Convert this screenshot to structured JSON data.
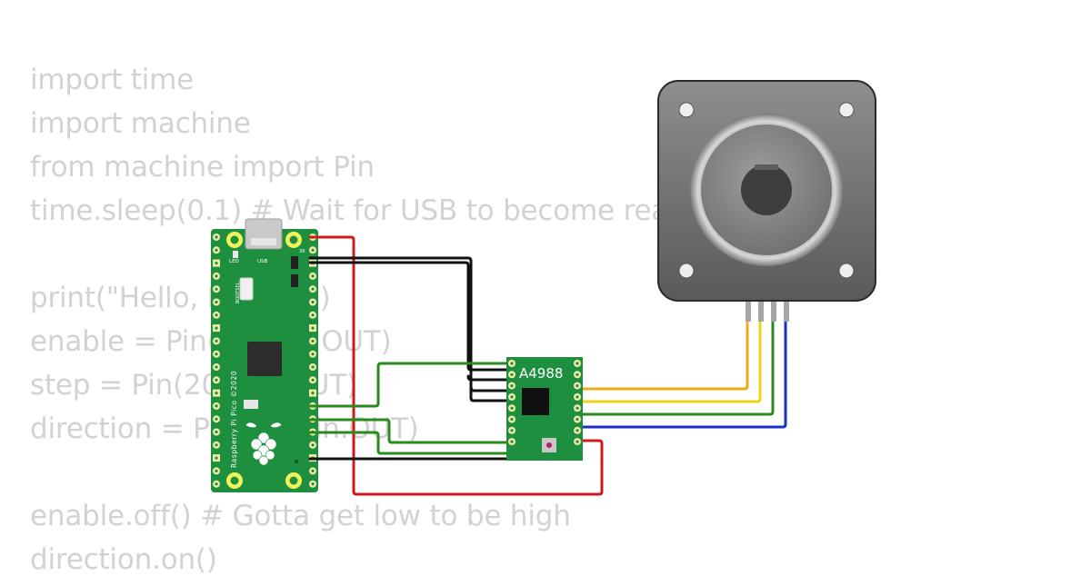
{
  "code": {
    "lines": [
      "import time",
      "import machine",
      "from machine import Pin",
      "time.sleep(0.1) # Wait for USB to become ready",
      "",
      "print(\"Hello, Pi Pico!\")",
      "enable = Pin(21, Pin.OUT)",
      "step = Pin(20, Pin.OUT)",
      "direction = Pin(19, Pin.OUT)",
      "",
      "enable.off() # Gotta get low to be high",
      "direction.on()"
    ]
  },
  "pico": {
    "silk_led": "LED",
    "silk_usb": "USB",
    "silk_bootsel": "BOOTSEL",
    "silk_pin": "39",
    "silk_board": "Raspberry Pi Pico ©2020"
  },
  "driver": {
    "label": "A4988"
  },
  "colors": {
    "board_green": "#1d8f3e",
    "wire_red": "#d0191c",
    "wire_black": "#111111",
    "wire_green": "#2b8a1e",
    "wire_orange": "#f0a81a",
    "wire_yellow": "#f1d41a",
    "wire_blue": "#1b2fc4",
    "code_gray": "#d2d2d2"
  }
}
